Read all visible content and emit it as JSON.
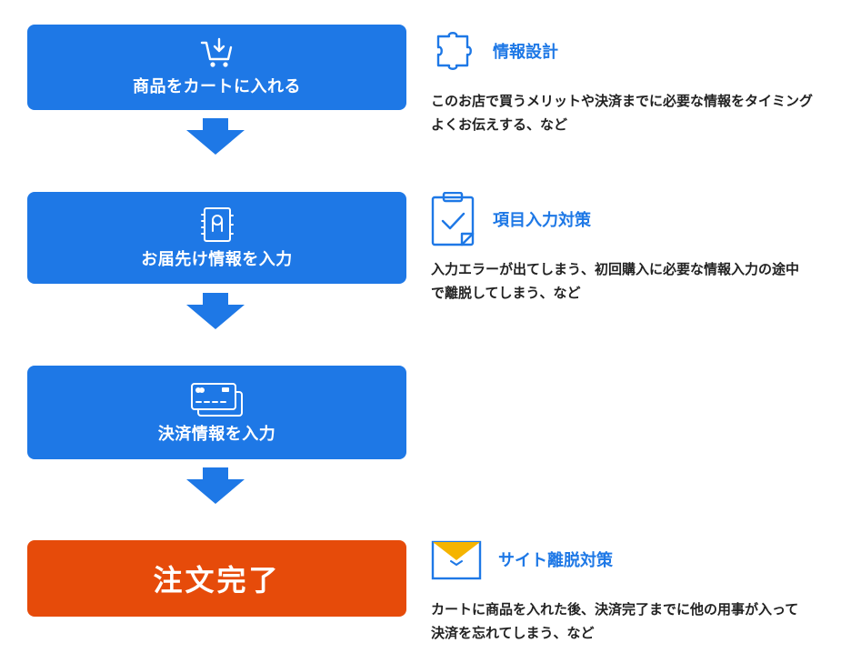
{
  "steps": [
    {
      "label": "商品をカートに入れる",
      "icon": "cart-icon"
    },
    {
      "label": "お届先け情報を入力",
      "icon": "address-book-icon"
    },
    {
      "label": "決済情報を入力",
      "icon": "credit-card-icon"
    },
    {
      "label": "注文完了",
      "icon": ""
    }
  ],
  "notes": [
    {
      "title": "情報設計",
      "icon": "puzzle-icon",
      "lines": [
        "このお店で買うメリットや決済までに必要な情報をタイミング",
        "よくお伝えする、など"
      ]
    },
    {
      "title": "項目入力対策",
      "icon": "clipboard-check-icon",
      "lines": [
        "入力エラーが出てしまう、初回購入に必要な情報入力の途中",
        "で離脱してしまう、など"
      ]
    },
    {
      "title": "サイト離脱対策",
      "icon": "envelope-icon",
      "lines": [
        "カートに商品を入れた後、決済完了までに他の用事が入って",
        "決済を忘れてしまう、など"
      ]
    }
  ],
  "colors": {
    "step": "#1e78e6",
    "final": "#e64b0a",
    "accent": "#1e78e6",
    "envelope_flap": "#f5b400"
  }
}
